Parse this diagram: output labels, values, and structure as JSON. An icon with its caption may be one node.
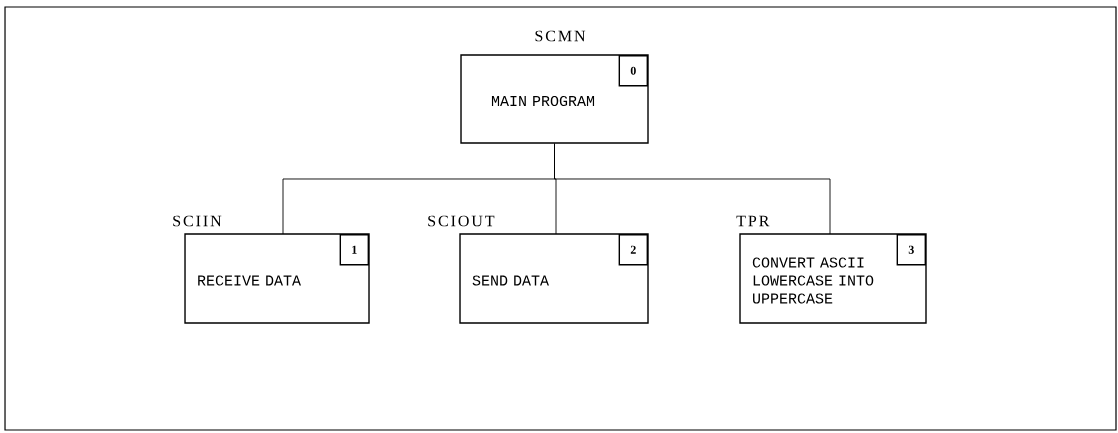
{
  "diagram": {
    "nodes": [
      {
        "text": [
          "SCMN",
          "0",
          "MAIN PROGRAM"
        ]
      },
      {
        "text": [
          "SCIIN",
          "1",
          "RECEIVE DATA"
        ]
      },
      {
        "text": [
          "SCIOUT",
          "2",
          "SEND DATA"
        ]
      },
      {
        "text": [
          "TPR",
          "3",
          "CONVERT ASCII LOWERCASE INTO UPPERCASE"
        ]
      }
    ],
    "edges": [
      {
        "from": 0,
        "to": 1,
        "arrow": "none"
      },
      {
        "from": 0,
        "to": 2,
        "arrow": "none"
      },
      {
        "from": 0,
        "to": 3,
        "arrow": "none"
      }
    ]
  }
}
